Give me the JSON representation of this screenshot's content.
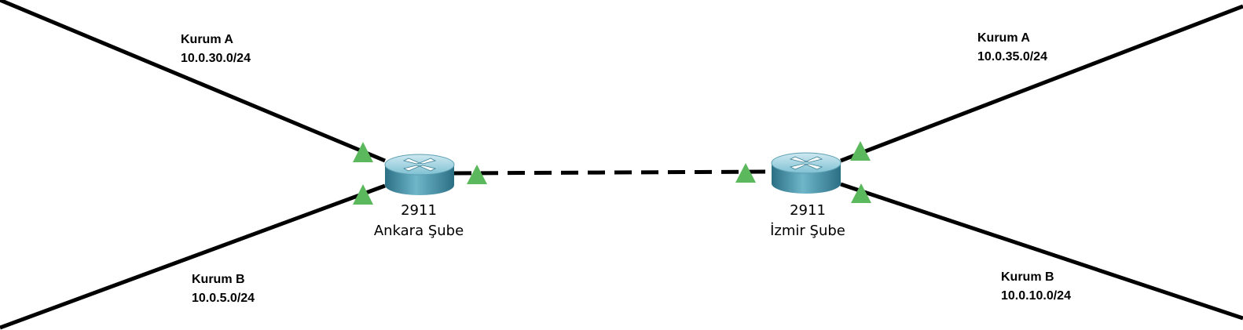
{
  "routers": [
    {
      "model": "2911",
      "name": "Ankara Şube"
    },
    {
      "model": "2911",
      "name": "İzmir Şube"
    }
  ],
  "networks": {
    "ankara_a": {
      "org": "Kurum A",
      "subnet": "10.0.30.0/24"
    },
    "ankara_b": {
      "org": "Kurum B",
      "subnet": "10.0.5.0/24"
    },
    "izmir_a": {
      "org": "Kurum A",
      "subnet": "10.0.35.0/24"
    },
    "izmir_b": {
      "org": "Kurum B",
      "subnet": "10.0.10.0/24"
    }
  },
  "colors": {
    "link": "#000000",
    "link_up_indicator": "#5cb85c",
    "router_body": "#3e8fa6"
  },
  "icons": {
    "router": "router-icon",
    "link_up": "triangle-up-icon"
  }
}
